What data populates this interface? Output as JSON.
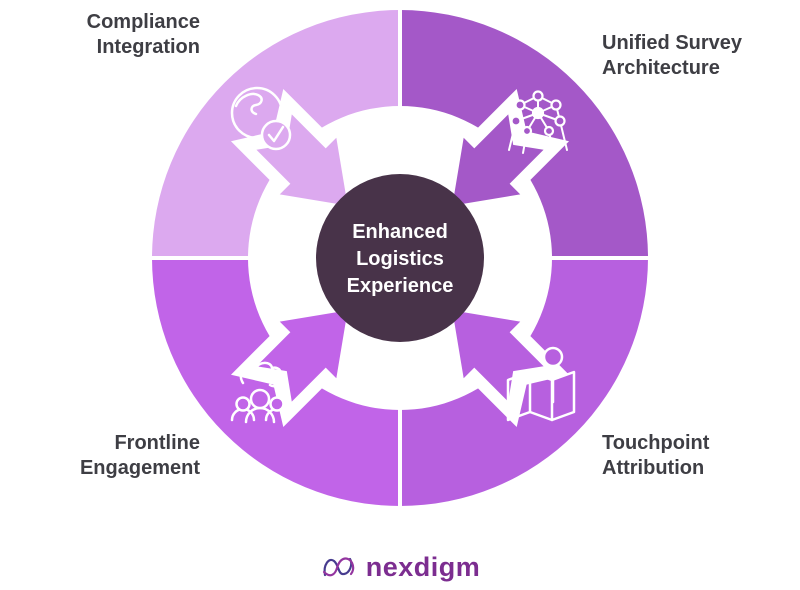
{
  "diagram_title": "Enhanced Logistics Experience cycle",
  "center": {
    "text": "Enhanced Logistics Experience",
    "lines": [
      "Enhanced",
      "Logistics",
      "Experience"
    ],
    "color": "#483349",
    "text_color": "#FFFFFF"
  },
  "quadrants": [
    {
      "position": "top-left",
      "label": "Compliance Integration",
      "label_lines": [
        "Compliance",
        "Integration"
      ],
      "icon": "globe-check-icon",
      "color": "#DCA9EF"
    },
    {
      "position": "top-right",
      "label": "Unified Survey Architecture",
      "label_lines": [
        "Unified Survey",
        "Architecture"
      ],
      "icon": "network-icon",
      "color": "#A458C8"
    },
    {
      "position": "bottom-left",
      "label": "Frontline Engagement",
      "label_lines": [
        "Frontline",
        "Engagement"
      ],
      "icon": "team-icon",
      "color": "#C164E8"
    },
    {
      "position": "bottom-right",
      "label": "Touchpoint Attribution",
      "label_lines": [
        "Touchpoint",
        "Attribution"
      ],
      "icon": "map-pin-icon",
      "color": "#B760DF"
    }
  ],
  "logo": {
    "text": "nexdigm",
    "mark": "nexdigm-wave-mark"
  },
  "colors": {
    "background": "#FFFFFF",
    "label_text": "#3E3E44",
    "center_text": "#FFFFFF",
    "logo_text": "#7C2D90",
    "divider": "#FFFFFF",
    "icon_stroke": "#FFFFFF",
    "arrow_backdrop": "#FFFFFF",
    "logo_mark_dark": "#473C8F",
    "logo_mark_purple": "#93359F"
  }
}
